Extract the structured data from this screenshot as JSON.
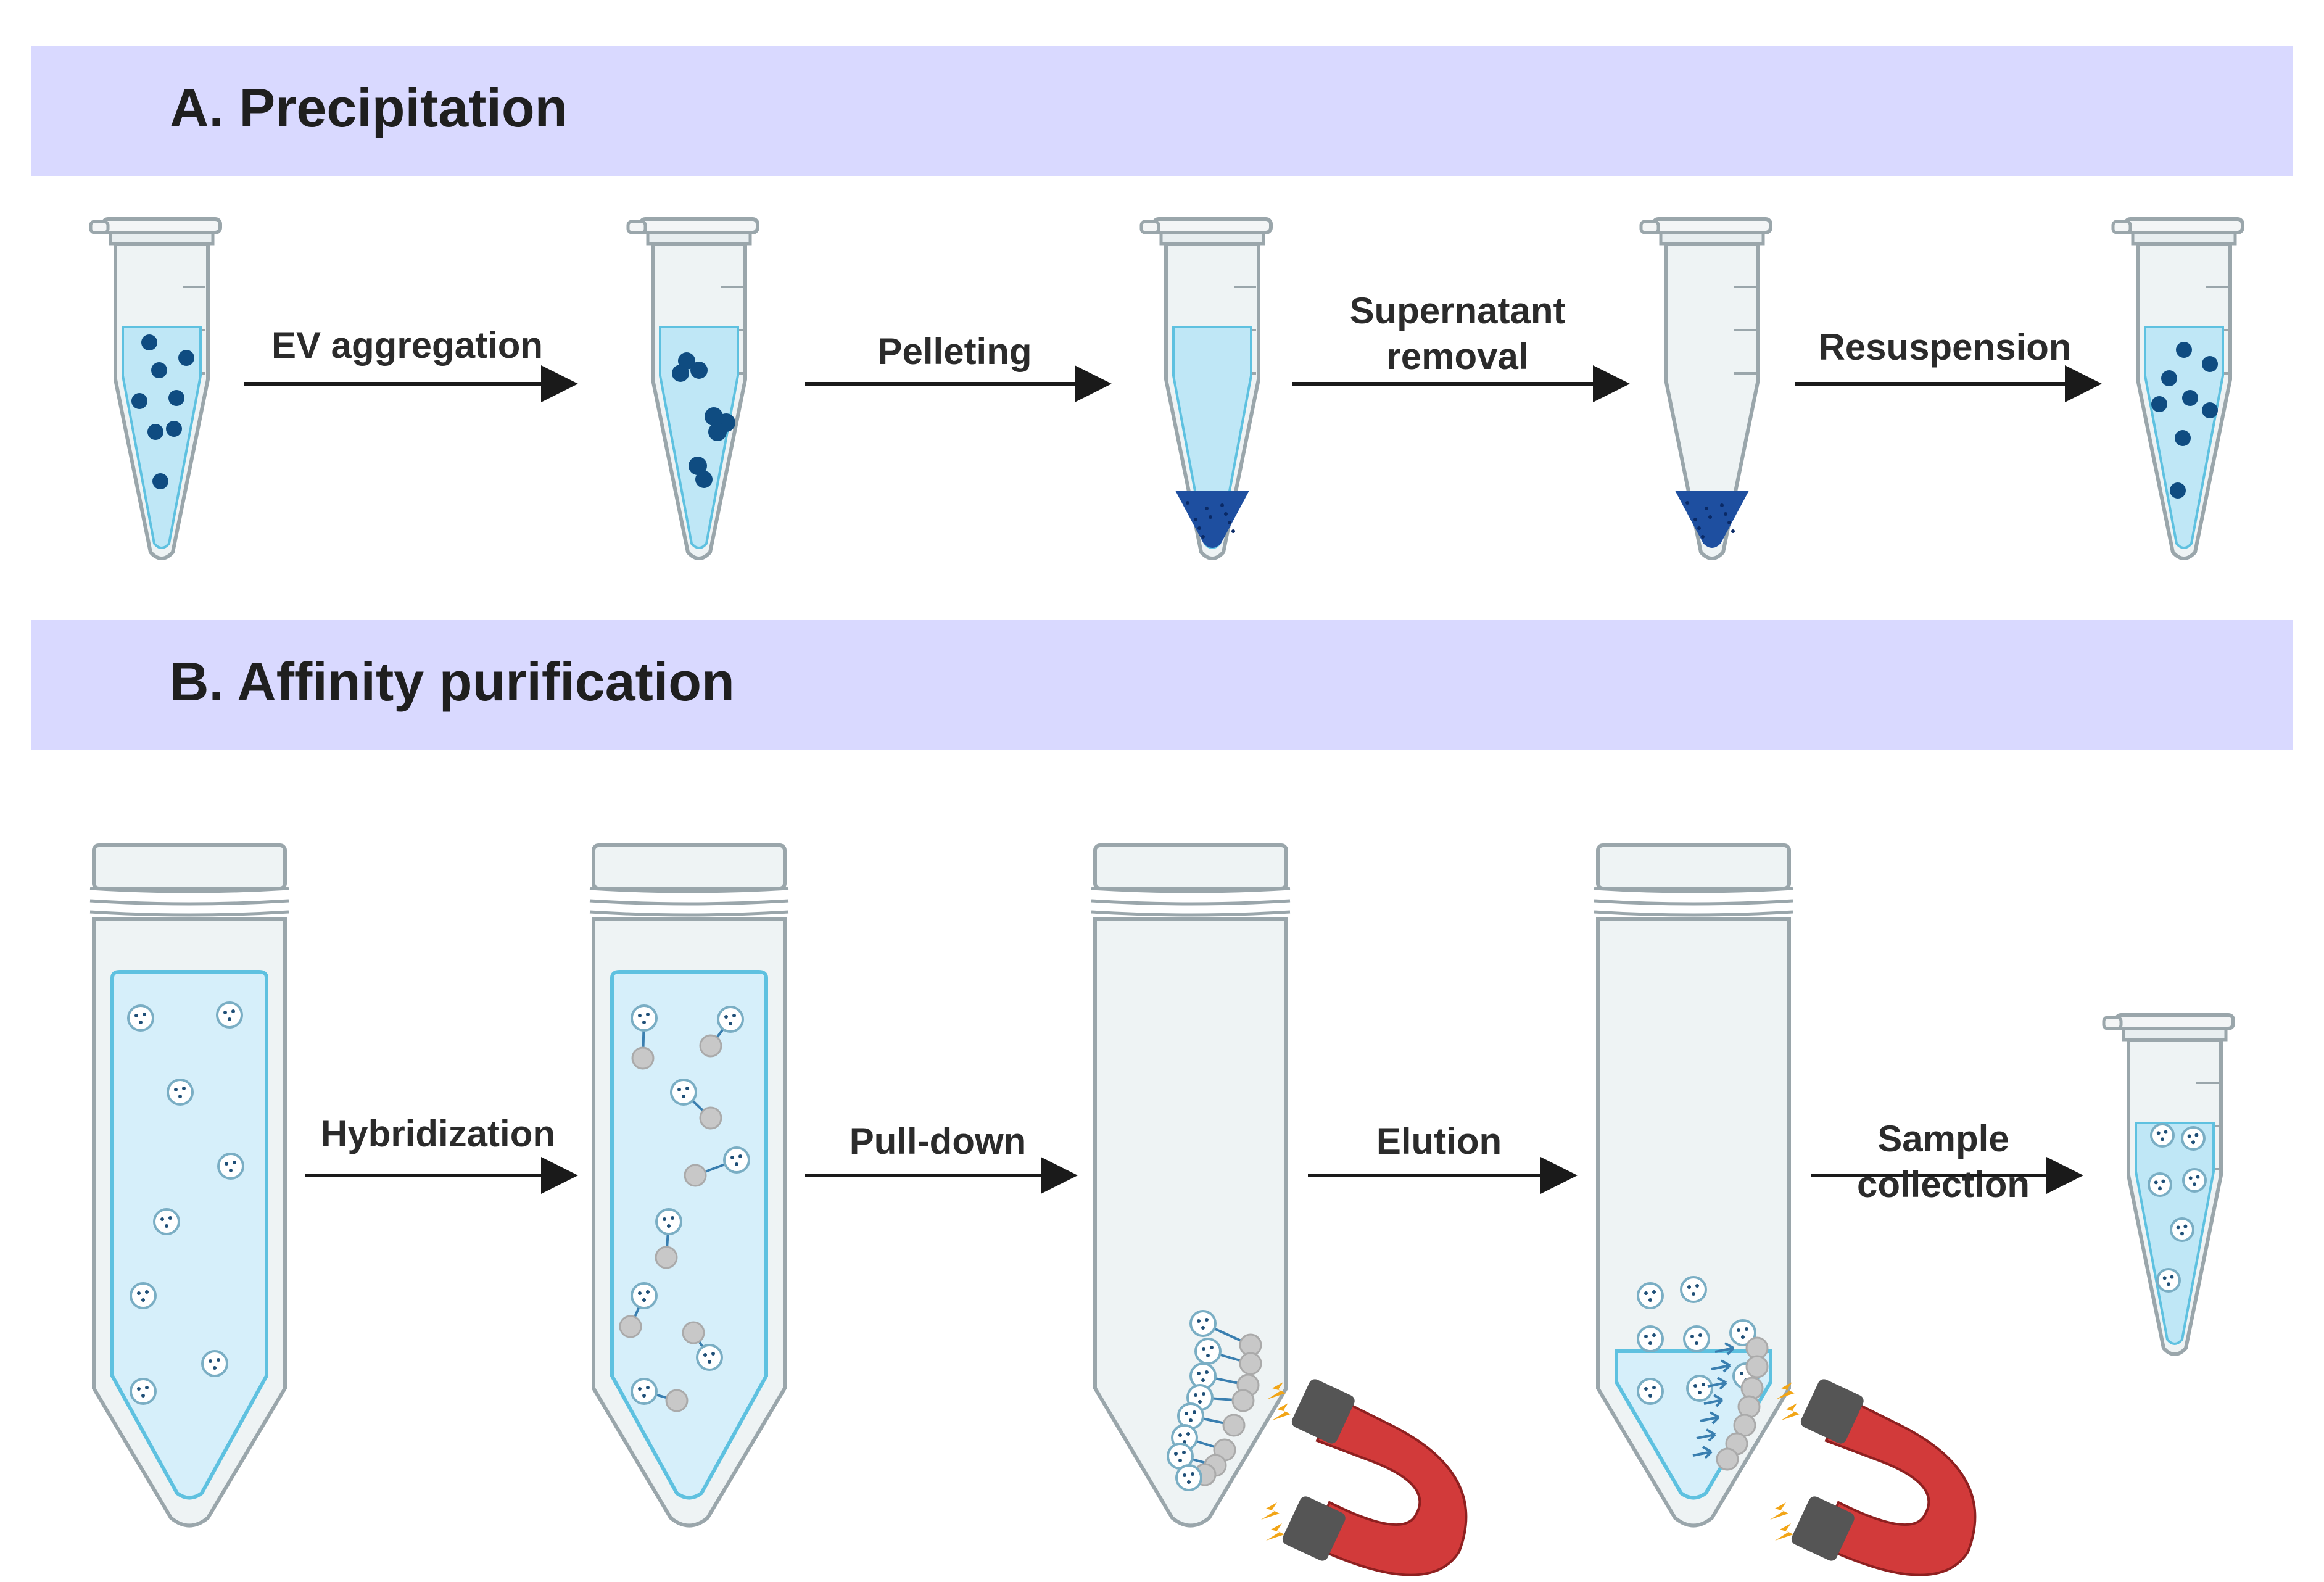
{
  "colors": {
    "banner": "#d9d9ff",
    "tube_wall": "#eef3f4",
    "tube_stroke": "#9aa6ab",
    "liquid": "#bfe7f6",
    "liquid_edge": "#5ec1e0",
    "ev_dark": "#0f4c81",
    "pellet": "#1e4fa0",
    "bead": "#c8c8c8",
    "magnet_red": "#d23a3a",
    "magnet_cap": "#555555",
    "spark": "#f2a516",
    "arrow": "#1a1a1a"
  },
  "sections": {
    "a": {
      "title": "A. Precipitation",
      "steps": [
        {
          "label_lines": [
            "EV aggregation"
          ]
        },
        {
          "label_lines": [
            "Pelleting"
          ]
        },
        {
          "label_lines": [
            "Supernatant",
            "removal"
          ]
        },
        {
          "label_lines": [
            "Resuspension"
          ]
        }
      ],
      "tube_icon": "microcentrifuge-tube-icon"
    },
    "b": {
      "title": "B. Affinity purification",
      "steps": [
        {
          "label_lines": [
            "Hybridization"
          ]
        },
        {
          "label_lines": [
            "Pull-down"
          ]
        },
        {
          "label_lines": [
            "Elution"
          ]
        },
        {
          "label_lines": [
            "Sample",
            "collection"
          ]
        }
      ],
      "tube_icon": "conical-tube-icon",
      "magnet_icon": "horseshoe-magnet-icon"
    }
  }
}
